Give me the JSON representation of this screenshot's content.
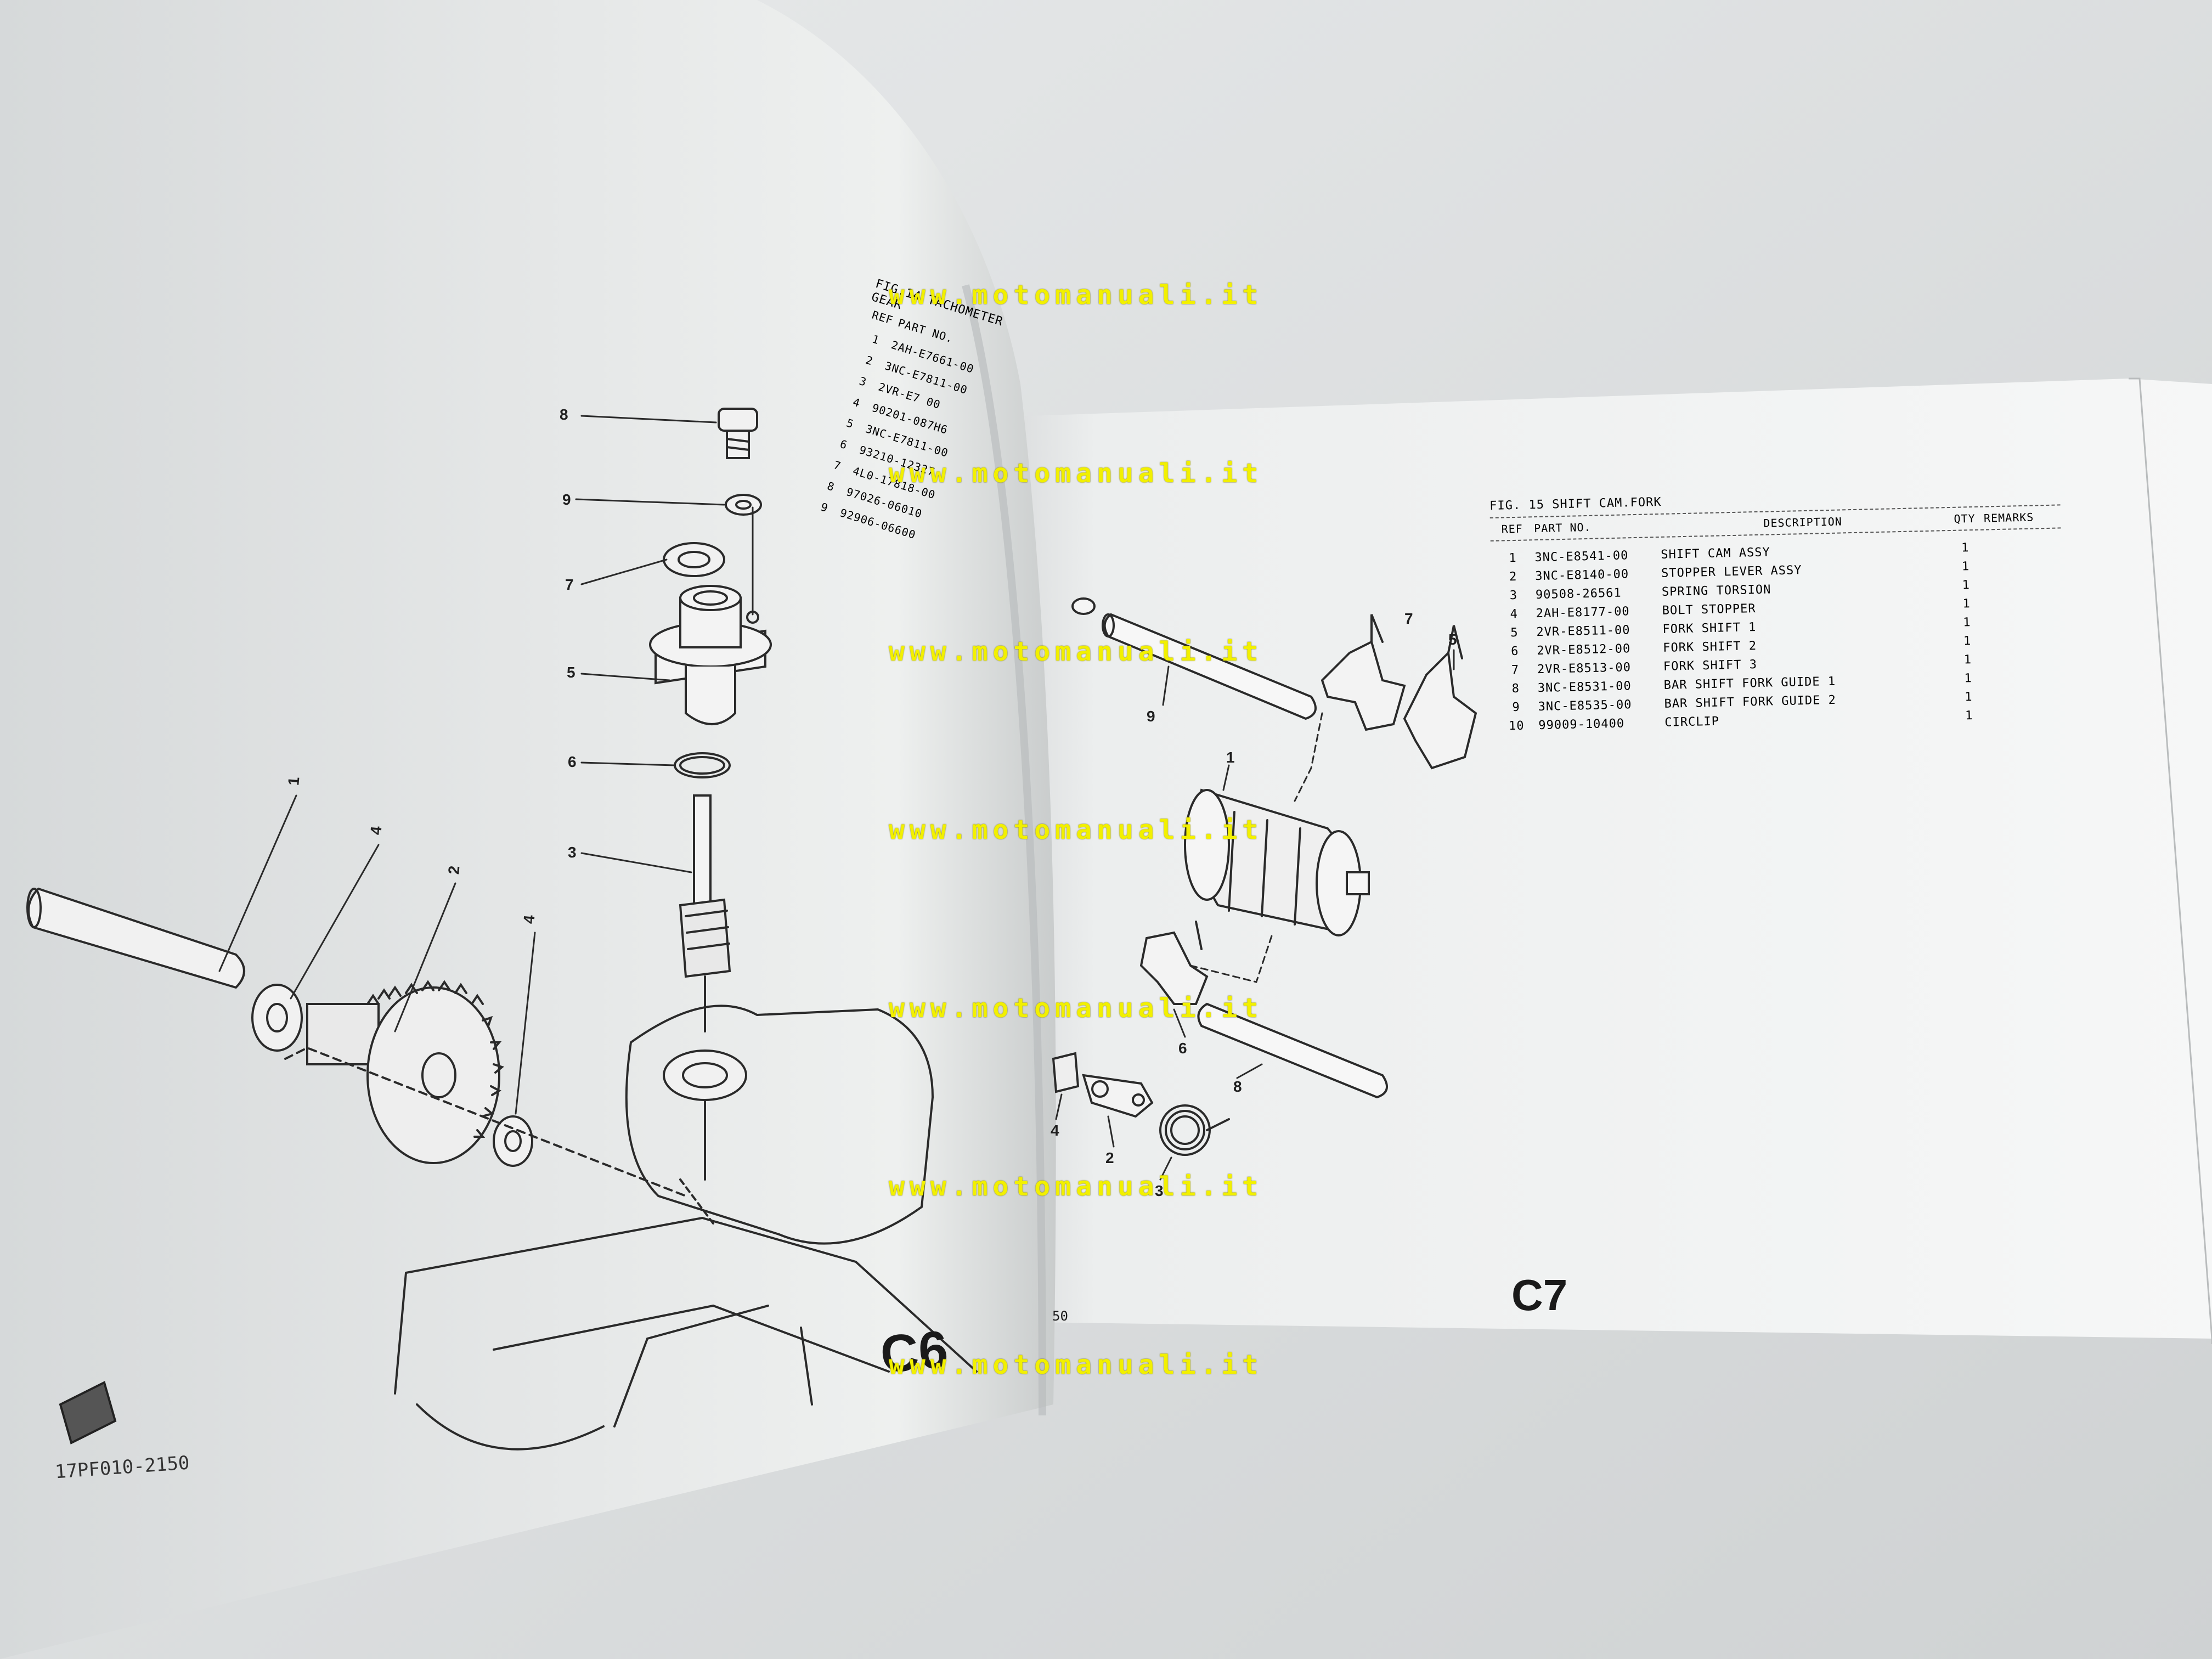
{
  "watermark": "www.motomanuali.it",
  "left_page": {
    "section_code": "C6",
    "figure_code": "17PF010-2150",
    "callouts": [
      "8",
      "9",
      "7",
      "5",
      "6",
      "3",
      "1",
      "4",
      "2",
      "4"
    ],
    "tacho_table": {
      "fig_title": "FIG.14 TACHOMETER GEAR",
      "col_ref": "REF",
      "col_part": "PART NO.",
      "rows": [
        {
          "ref": "1",
          "part": "2AH-E7661-00"
        },
        {
          "ref": "2",
          "part": "3NC-E7811-00"
        },
        {
          "ref": "3",
          "part": "2VR-E7 00"
        },
        {
          "ref": "4",
          "part": "90201-087H6"
        },
        {
          "ref": "5",
          "part": "3NC-E7811-00"
        },
        {
          "ref": "6",
          "part": "93210-12327"
        },
        {
          "ref": "7",
          "part": "4L0-17818-00"
        },
        {
          "ref": "8",
          "part": "97026-06010"
        },
        {
          "ref": "9",
          "part": "92906-06600"
        }
      ]
    }
  },
  "right_page": {
    "page_number": "50",
    "section_code": "C7",
    "callouts": [
      "9",
      "7",
      "5",
      "1",
      "6",
      "8",
      "4",
      "2",
      "3"
    ],
    "table": {
      "fig_title": "FIG. 15 SHIFT CAM.FORK",
      "headers": {
        "ref": "REF",
        "part": "PART NO.",
        "desc": "DESCRIPTION",
        "qty": "QTY",
        "remarks": "REMARKS"
      },
      "rows": [
        {
          "ref": "1",
          "part": "3NC-E8541-00",
          "desc": "SHIFT CAM ASSY",
          "qty": "1"
        },
        {
          "ref": "2",
          "part": "3NC-E8140-00",
          "desc": "STOPPER LEVER ASSY",
          "qty": "1"
        },
        {
          "ref": "3",
          "part": "90508-26561",
          "desc": "SPRING TORSION",
          "qty": "1"
        },
        {
          "ref": "4",
          "part": "2AH-E8177-00",
          "desc": "BOLT STOPPER",
          "qty": "1"
        },
        {
          "ref": "5",
          "part": "2VR-E8511-00",
          "desc": "FORK SHIFT 1",
          "qty": "1"
        },
        {
          "ref": "6",
          "part": "2VR-E8512-00",
          "desc": "FORK SHIFT 2",
          "qty": "1"
        },
        {
          "ref": "7",
          "part": "2VR-E8513-00",
          "desc": "FORK SHIFT 3",
          "qty": "1"
        },
        {
          "ref": "8",
          "part": "3NC-E8531-00",
          "desc": "BAR SHIFT FORK GUIDE 1",
          "qty": "1"
        },
        {
          "ref": "9",
          "part": "3NC-E8535-00",
          "desc": "BAR SHIFT FORK GUIDE 2",
          "qty": "1"
        },
        {
          "ref": "10",
          "part": "99009-10400",
          "desc": "CIRCLIP",
          "qty": "1"
        }
      ]
    }
  }
}
